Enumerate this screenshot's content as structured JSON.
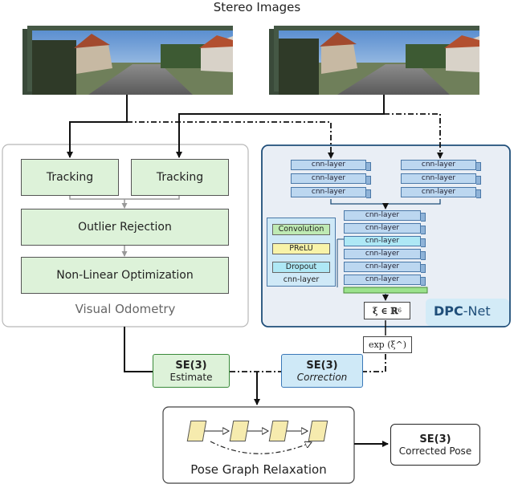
{
  "stereo_title": "Stereo Images",
  "vo": {
    "tracking_left": "Tracking",
    "tracking_right": "Tracking",
    "outlier": "Outlier Rejection",
    "nonlinear": "Non-Linear Optimization",
    "title": "Visual Odometry"
  },
  "dpc": {
    "layer_label": "cnn-layer",
    "legend": {
      "convolution": "Convolution",
      "prelu": "PReLU",
      "dropout": "Dropout",
      "caption": "cnn-layer"
    },
    "output_symbol": "ξ ∈ ℝ",
    "output_superscript": "6",
    "title_bold": "DPC",
    "title_rest": "-Net",
    "exp_label": "exp (ξ^)"
  },
  "estimate": {
    "title": "SE(3)",
    "subtitle": "Estimate"
  },
  "correction": {
    "title": "SE(3)",
    "subtitle": "Correction"
  },
  "pose_graph": {
    "title": "Pose Graph Relaxation"
  },
  "corrected": {
    "title": "SE(3)",
    "subtitle": "Corrected Pose"
  },
  "colors": {
    "green_fill": "#ddf2d9",
    "blue_fill": "#bcd7f0",
    "highlight_blue": "#aee8f5",
    "dpc_border": "#1f4e79",
    "dpc_bg": "#e9eef5",
    "node_fill": "#f6ebae"
  }
}
